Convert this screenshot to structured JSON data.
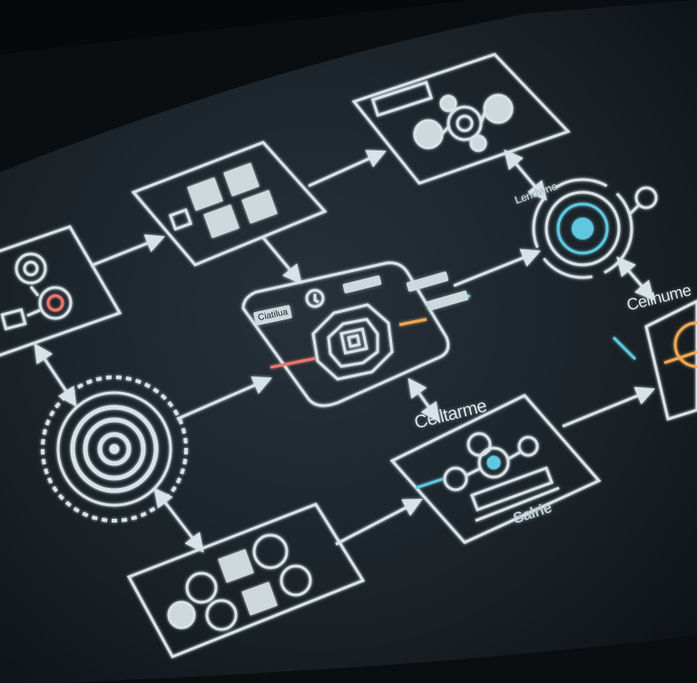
{
  "labels": {
    "center_tag": "Ciatilua",
    "bottom_node_caption": "Ceiltarme",
    "bottom_node_footer": "Salrie",
    "right_node_caption": "Ceilhume",
    "top_right_caption": "Lendwne"
  },
  "colors": {
    "screen_bg": "#1a2228",
    "line": "#d7e3e8",
    "accent_cyan": "#5ec8de",
    "accent_red": "#e7786f",
    "accent_orange": "#f0a850",
    "bezel": "#07090a"
  }
}
